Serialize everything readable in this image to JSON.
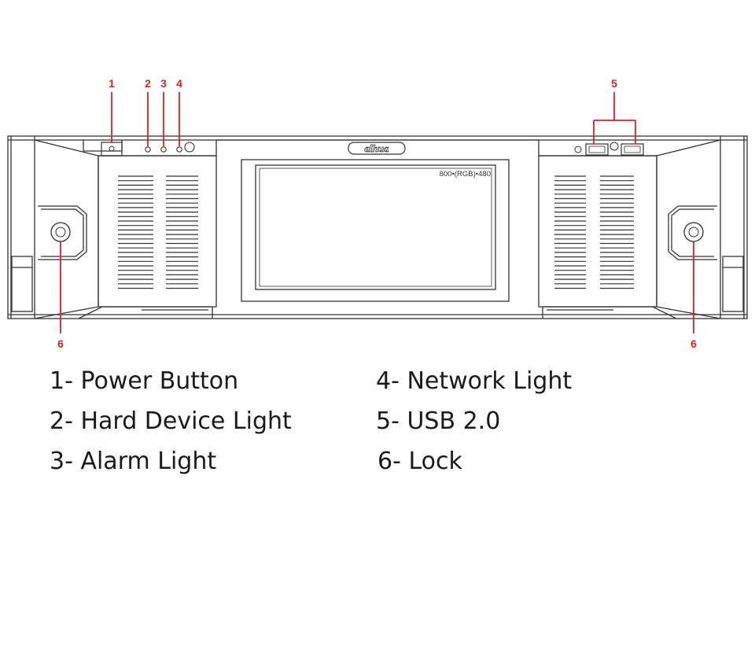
{
  "brand_logo_text": "alhua",
  "screen_label": "800•(RGB)•480",
  "callouts": [
    {
      "num": "1"
    },
    {
      "num": "2"
    },
    {
      "num": "3"
    },
    {
      "num": "4"
    },
    {
      "num": "5"
    },
    {
      "num": "6"
    },
    {
      "num": "6"
    }
  ],
  "legend": [
    {
      "text": "1- Power Button"
    },
    {
      "text": "2- Hard Device Light"
    },
    {
      "text": "3- Alarm Light"
    },
    {
      "text": "4- Network Light"
    },
    {
      "text": "5- USB 2.0"
    },
    {
      "text": "6- Lock"
    }
  ],
  "colors": {
    "callout": "#e02020",
    "line": "#333333",
    "text": "#1a1a1a"
  }
}
